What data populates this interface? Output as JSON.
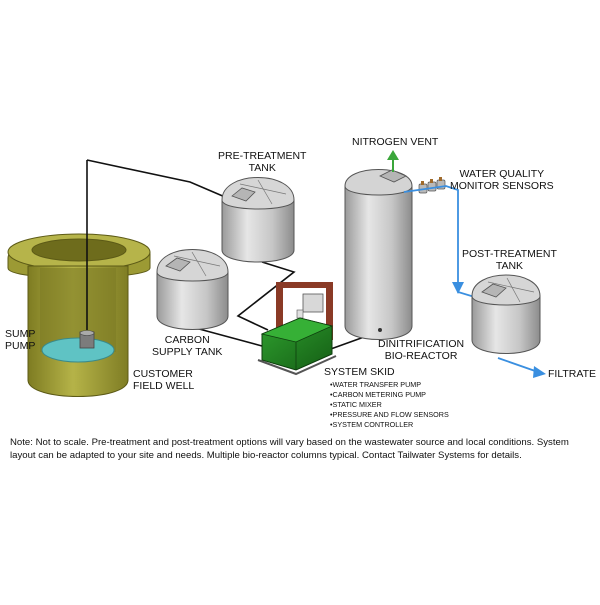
{
  "labels": {
    "nitrogen_vent": "NITROGEN VENT",
    "water_quality_1": "WATER QUALITY",
    "water_quality_2": "MONITOR SENSORS",
    "pre_treatment_1": "PRE-TREATMENT",
    "pre_treatment_2": "TANK",
    "post_treatment_1": "POST-TREATMENT",
    "post_treatment_2": "TANK",
    "sump_1": "SUMP",
    "sump_2": "PUMP",
    "carbon_1": "CARBON",
    "carbon_2": "SUPPLY TANK",
    "customer_1": "CUSTOMER",
    "customer_2": "FIELD WELL",
    "denitrification_1": "DINITRIFICATION",
    "denitrification_2": "BIO-REACTOR",
    "filtrate": "FILTRATE",
    "system_skid": "SYSTEM SKID"
  },
  "skid_components": [
    "WATER TRANSFER PUMP",
    "CARBON METERING PUMP",
    "STATIC MIXER",
    "PRESSURE AND FLOW SENSORS",
    "SYSTEM CONTROLLER"
  ],
  "note": "Note:  Not to scale. Pre-treatment and post-treatment options will vary based on the wastewater source and local conditions. System layout can be adapted to your site and needs. Multiple bio-reactor columns typical. Contact Tailwater Systems for details.",
  "colors": {
    "well": "#a7a53b",
    "tank": "#c8c8c8",
    "water": "#5fc3c4",
    "skid_green": "#1e7d1e",
    "skid_frame": "#8a3a26",
    "vent_arrow": "#3aa63a",
    "filtrate_line": "#3a8fe0"
  }
}
